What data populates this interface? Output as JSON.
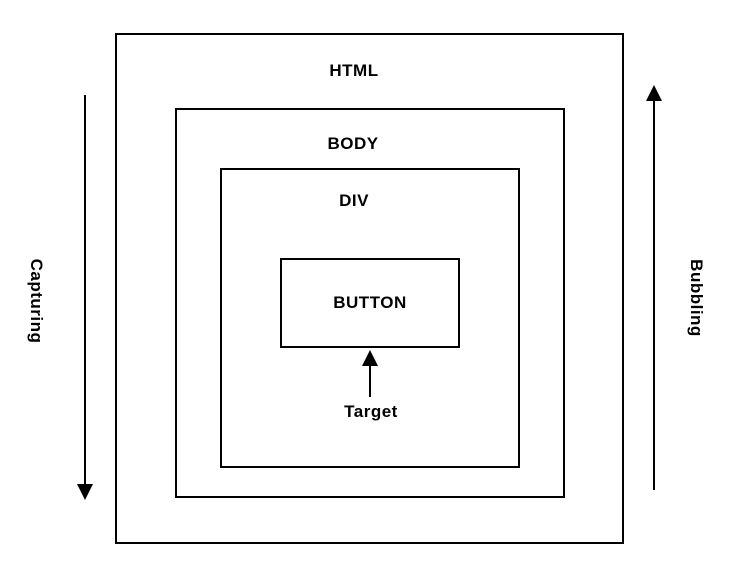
{
  "diagram": {
    "boxes": {
      "html": {
        "label": "HTML"
      },
      "body": {
        "label": "BODY"
      },
      "div": {
        "label": "DIV"
      },
      "button": {
        "label": "BUTTON"
      }
    },
    "annotations": {
      "target": "Target",
      "capturing": "Capturing",
      "bubbling": "Bubbling"
    },
    "colors": {
      "line": "#000000",
      "text": "#000000",
      "background": "#ffffff"
    }
  }
}
